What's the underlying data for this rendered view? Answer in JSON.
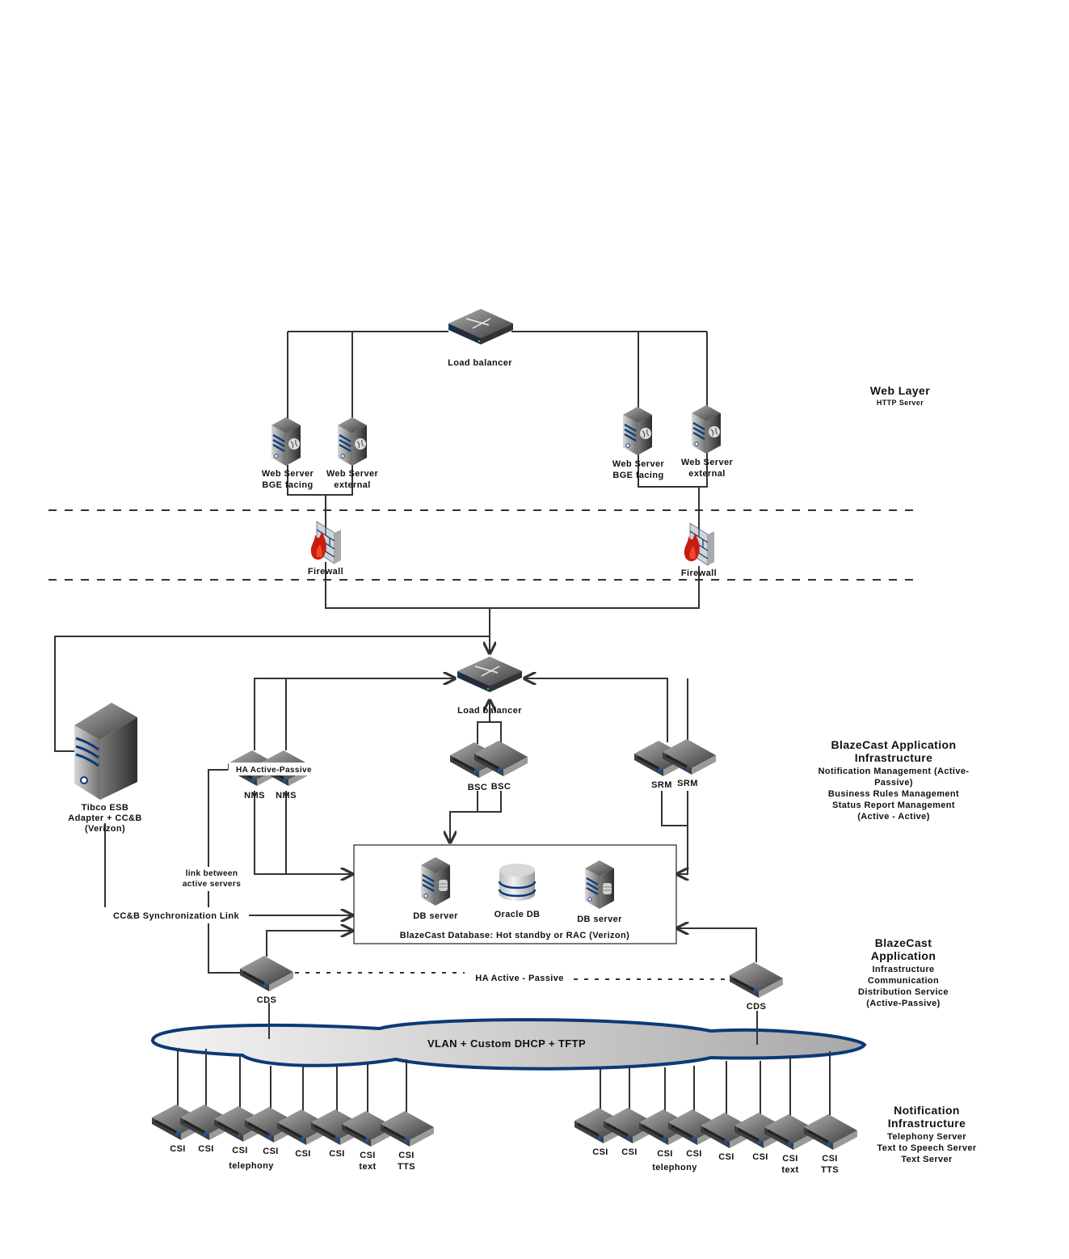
{
  "colors": {
    "line": "#333333",
    "accent_blue": "#0b3a78",
    "fire_red": "#c81c10",
    "server_gray": "#7a7a7a"
  },
  "web_layer": {
    "load_balancer": "Load balancer",
    "servers": [
      {
        "line1": "Web Server",
        "line2": "BGE facing"
      },
      {
        "line1": "Web Server",
        "line2": "external"
      },
      {
        "line1": "Web Server",
        "line2": "BGE facing"
      },
      {
        "line1": "Web Server",
        "line2": "external"
      }
    ],
    "firewalls": [
      "Firewall",
      "Firewall"
    ],
    "side_title": "Web Layer",
    "side_subtitle": "HTTP Server"
  },
  "app_layer": {
    "load_balancer": "Load balancer",
    "tibco": {
      "line1": "Tibco ESB",
      "line2": "Adapter + CC&B",
      "line3": "(Verizon)"
    },
    "nms_ha_label": "HA Active-Passive",
    "nms": [
      "NMS",
      "NMS"
    ],
    "bsc": [
      "BSC",
      "BSC"
    ],
    "srm": [
      "SRM",
      "SRM"
    ],
    "link_between": {
      "line1": "link between",
      "line2": "active servers"
    },
    "ccb_sync": "CC&B Synchronization Link",
    "side_title_lines": [
      "BlazeCast Application",
      "Infrastructure"
    ],
    "side_sub_lines": [
      "Notification Management (Active-",
      "Passive)",
      "Business Rules Management",
      "Status Report Management",
      "(Active - Active)"
    ]
  },
  "database": {
    "db_server_left": "DB server",
    "oracle": "Oracle DB",
    "db_server_right": "DB server",
    "caption": "BlazeCast Database: Hot standby or RAC (Verizon)"
  },
  "cds_layer": {
    "cds": [
      "CDS",
      "CDS"
    ],
    "ha_label": "HA Active - Passive",
    "side_title_lines": [
      "BlazeCast",
      "Application"
    ],
    "side_sub_lines": [
      "Infrastructure",
      "Communication",
      "Distribution Service",
      "(Active-Passive)"
    ]
  },
  "network": {
    "cloud_label": "VLAN + Custom DHCP + TFTP"
  },
  "notification": {
    "left_group": [
      {
        "line1": "CSI"
      },
      {
        "line1": "CSI"
      },
      {
        "line1": "CSI"
      },
      {
        "line1": "CSI"
      },
      {
        "line1": "CSI"
      },
      {
        "line1": "CSI"
      },
      {
        "line1": "CSI",
        "line2": "text"
      },
      {
        "line1": "CSI",
        "line2": "TTS"
      }
    ],
    "left_group_label": "telephony",
    "right_group": [
      {
        "line1": "CSI"
      },
      {
        "line1": "CSI"
      },
      {
        "line1": "CSI"
      },
      {
        "line1": "CSI"
      },
      {
        "line1": "CSI"
      },
      {
        "line1": "CSI"
      },
      {
        "line1": "CSI",
        "line2": "text"
      },
      {
        "line1": "CSI",
        "line2": "TTS"
      }
    ],
    "right_group_label": "telephony",
    "side_title_lines": [
      "Notification",
      "Infrastructure"
    ],
    "side_sub_lines": [
      "Telephony Server",
      "Text to Speech Server",
      "Text Server"
    ]
  }
}
